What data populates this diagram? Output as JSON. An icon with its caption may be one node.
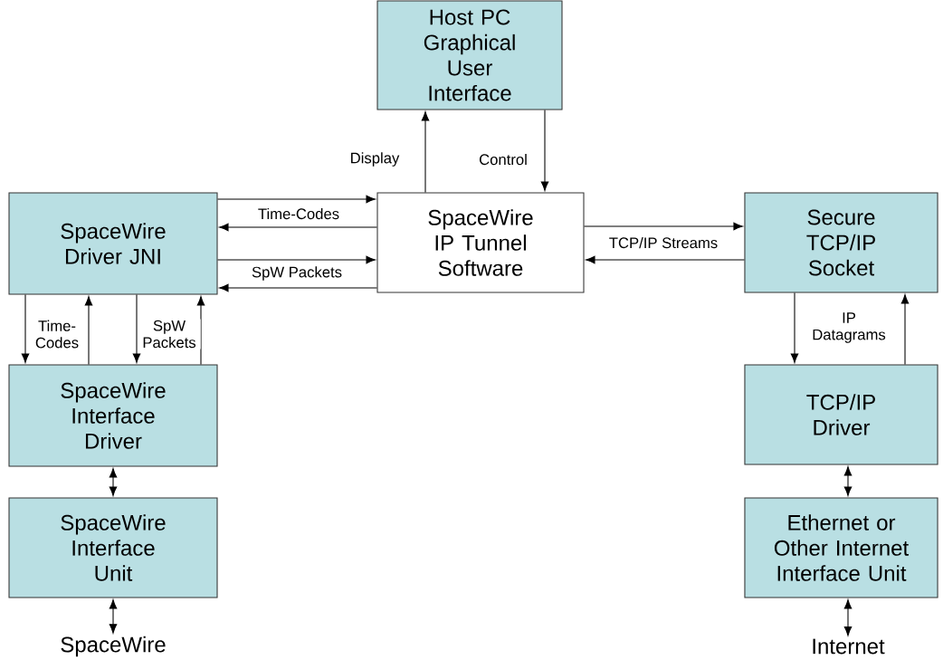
{
  "diagram": {
    "nodes": [
      {
        "text": [
          "Host PC Graphical User Interface"
        ]
      },
      {
        "text": [
          "SpaceWire Driver JNI"
        ]
      },
      {
        "text": [
          "SpaceWire IP Tunnel Software"
        ]
      },
      {
        "text": [
          "Secure TCP/IP Socket"
        ]
      },
      {
        "text": [
          "SpaceWire Interface Driver"
        ]
      },
      {
        "text": [
          "SpaceWire Interface Unit"
        ]
      },
      {
        "text": [
          "TCP/IP Driver"
        ]
      },
      {
        "text": [
          "Ethernet or Other Internet Interface Unit"
        ]
      },
      {
        "text": [
          "SpaceWire"
        ]
      },
      {
        "text": [
          "Internet"
        ]
      }
    ],
    "edges": [
      {
        "from": 2,
        "to": 0,
        "arrow": "to",
        "label": "Display"
      },
      {
        "from": 0,
        "to": 2,
        "arrow": "to",
        "label": "Control"
      },
      {
        "from": 1,
        "to": 2,
        "arrow": "to",
        "label": "Time-Codes"
      },
      {
        "from": 2,
        "to": 1,
        "arrow": "to"
      },
      {
        "from": 1,
        "to": 2,
        "arrow": "to",
        "label": "SpW Packets"
      },
      {
        "from": 2,
        "to": 1,
        "arrow": "to"
      },
      {
        "from": 2,
        "to": 3,
        "arrow": "to",
        "label": "TCP/IP Streams"
      },
      {
        "from": 3,
        "to": 2,
        "arrow": "to"
      },
      {
        "from": 1,
        "to": 4,
        "arrow": "to",
        "label": "Time-Codes"
      },
      {
        "from": 4,
        "to": 1,
        "arrow": "to"
      },
      {
        "from": 1,
        "to": 4,
        "arrow": "to",
        "label": "SpW Packets"
      },
      {
        "from": 4,
        "to": 1,
        "arrow": "to"
      },
      {
        "from": 3,
        "to": 6,
        "arrow": "to",
        "label": "IP Datagrams"
      },
      {
        "from": 6,
        "to": 3,
        "arrow": "to"
      },
      {
        "from": 4,
        "to": 5,
        "arrow": "both"
      },
      {
        "from": 5,
        "to": 8,
        "arrow": "both"
      },
      {
        "from": 6,
        "to": 7,
        "arrow": "both"
      },
      {
        "from": 7,
        "to": 9,
        "arrow": "both"
      }
    ]
  }
}
